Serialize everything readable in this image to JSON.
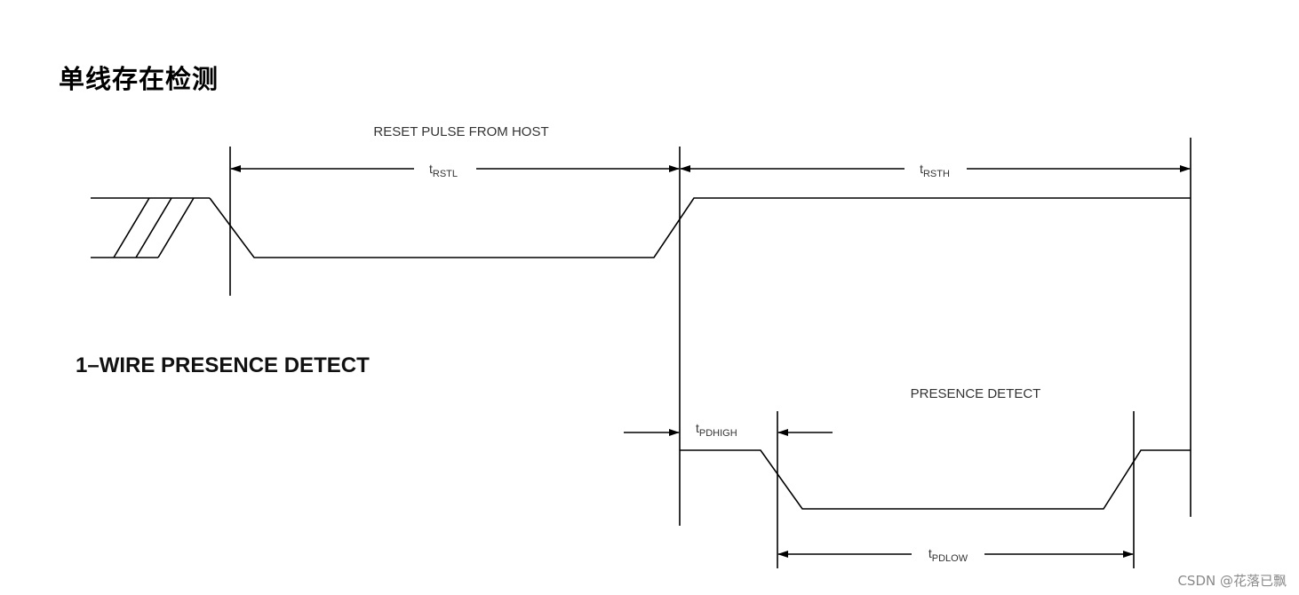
{
  "page": {
    "title": "单线存在检测"
  },
  "diagram": {
    "section_label": "1–WIRE PRESENCE DETECT",
    "reset_pulse_label": "RESET PULSE FROM HOST",
    "presence_label": "PRESENCE DETECT",
    "timings": {
      "rstl": {
        "main": "t",
        "sub": "RSTL"
      },
      "rsth": {
        "main": "t",
        "sub": "RSTH"
      },
      "pdhigh": {
        "main": "t",
        "sub": "PDHIGH"
      },
      "pdlow": {
        "main": "t",
        "sub": "PDLOW"
      }
    },
    "stroke_color": "#000000",
    "text_color": "#333333"
  },
  "watermark": "CSDN @花落已飘"
}
